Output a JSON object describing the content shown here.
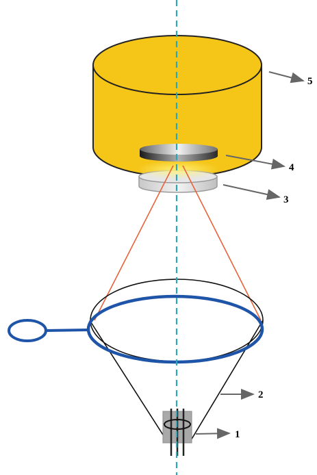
{
  "labels": {
    "source": "1",
    "cone": "2",
    "ring": "3",
    "sample": "4",
    "enclosure": "5"
  },
  "colors": {
    "enclosure_fill": "#f5c518",
    "enclosure_edge": "#222222",
    "axis_line": "#2aa8b8",
    "beam_ray": "#e8623a",
    "blue_loop": "#1f55a8",
    "arrow": "#666666",
    "ring_fill": "#d9d9d9"
  }
}
